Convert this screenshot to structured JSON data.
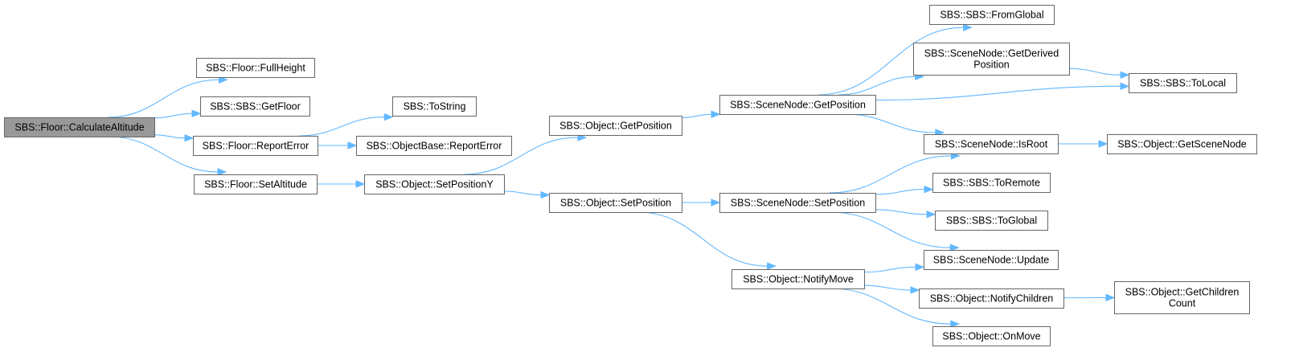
{
  "diagram": {
    "nodes": [
      {
        "id": "calc_alt",
        "lines": [
          "SBS::Floor::CalculateAltitude"
        ],
        "root": true
      },
      {
        "id": "full_height",
        "lines": [
          "SBS::Floor::FullHeight"
        ]
      },
      {
        "id": "get_floor",
        "lines": [
          "SBS::SBS::GetFloor"
        ]
      },
      {
        "id": "report_error",
        "lines": [
          "SBS::Floor::ReportError"
        ]
      },
      {
        "id": "set_altitude",
        "lines": [
          "SBS::Floor::SetAltitude"
        ]
      },
      {
        "id": "to_string",
        "lines": [
          "SBS::ToString"
        ]
      },
      {
        "id": "ob_report",
        "lines": [
          "SBS::ObjectBase::ReportError"
        ]
      },
      {
        "id": "set_pos_y",
        "lines": [
          "SBS::Object::SetPositionY"
        ]
      },
      {
        "id": "obj_get_pos",
        "lines": [
          "SBS::Object::GetPosition"
        ]
      },
      {
        "id": "obj_set_pos",
        "lines": [
          "SBS::Object::SetPosition"
        ]
      },
      {
        "id": "sn_get_pos",
        "lines": [
          "SBS::SceneNode::GetPosition"
        ]
      },
      {
        "id": "sn_set_pos",
        "lines": [
          "SBS::SceneNode::SetPosition"
        ]
      },
      {
        "id": "notify_move",
        "lines": [
          "SBS::Object::NotifyMove"
        ]
      },
      {
        "id": "from_global",
        "lines": [
          "SBS::SBS::FromGlobal"
        ]
      },
      {
        "id": "get_derived",
        "lines": [
          "SBS::SceneNode::GetDerived",
          "Position"
        ]
      },
      {
        "id": "to_local",
        "lines": [
          "SBS::SBS::ToLocal"
        ]
      },
      {
        "id": "is_root",
        "lines": [
          "SBS::SceneNode::IsRoot"
        ]
      },
      {
        "id": "get_scene_node",
        "lines": [
          "SBS::Object::GetSceneNode"
        ]
      },
      {
        "id": "to_remote",
        "lines": [
          "SBS::SBS::ToRemote"
        ]
      },
      {
        "id": "to_global",
        "lines": [
          "SBS::SBS::ToGlobal"
        ]
      },
      {
        "id": "sn_update",
        "lines": [
          "SBS::SceneNode::Update"
        ]
      },
      {
        "id": "notify_children",
        "lines": [
          "SBS::Object::NotifyChildren"
        ]
      },
      {
        "id": "get_children",
        "lines": [
          "SBS::Object::GetChildren",
          "Count"
        ]
      },
      {
        "id": "on_move",
        "lines": [
          "SBS::Object::OnMove"
        ]
      }
    ],
    "edges": [
      {
        "from": "calc_alt",
        "to": "full_height"
      },
      {
        "from": "calc_alt",
        "to": "get_floor"
      },
      {
        "from": "calc_alt",
        "to": "report_error"
      },
      {
        "from": "calc_alt",
        "to": "set_altitude"
      },
      {
        "from": "report_error",
        "to": "to_string"
      },
      {
        "from": "report_error",
        "to": "ob_report"
      },
      {
        "from": "set_altitude",
        "to": "set_pos_y"
      },
      {
        "from": "set_pos_y",
        "to": "obj_get_pos"
      },
      {
        "from": "set_pos_y",
        "to": "obj_set_pos"
      },
      {
        "from": "obj_get_pos",
        "to": "sn_get_pos"
      },
      {
        "from": "obj_set_pos",
        "to": "sn_set_pos"
      },
      {
        "from": "obj_set_pos",
        "to": "notify_move"
      },
      {
        "from": "sn_get_pos",
        "to": "from_global"
      },
      {
        "from": "sn_get_pos",
        "to": "get_derived"
      },
      {
        "from": "sn_get_pos",
        "to": "to_local"
      },
      {
        "from": "sn_get_pos",
        "to": "is_root"
      },
      {
        "from": "get_derived",
        "to": "to_local"
      },
      {
        "from": "is_root",
        "to": "get_scene_node"
      },
      {
        "from": "sn_set_pos",
        "to": "is_root"
      },
      {
        "from": "sn_set_pos",
        "to": "to_remote"
      },
      {
        "from": "sn_set_pos",
        "to": "to_global"
      },
      {
        "from": "sn_set_pos",
        "to": "sn_update"
      },
      {
        "from": "notify_move",
        "to": "sn_update"
      },
      {
        "from": "notify_move",
        "to": "notify_children"
      },
      {
        "from": "notify_move",
        "to": "on_move"
      },
      {
        "from": "notify_children",
        "to": "get_children"
      }
    ]
  }
}
